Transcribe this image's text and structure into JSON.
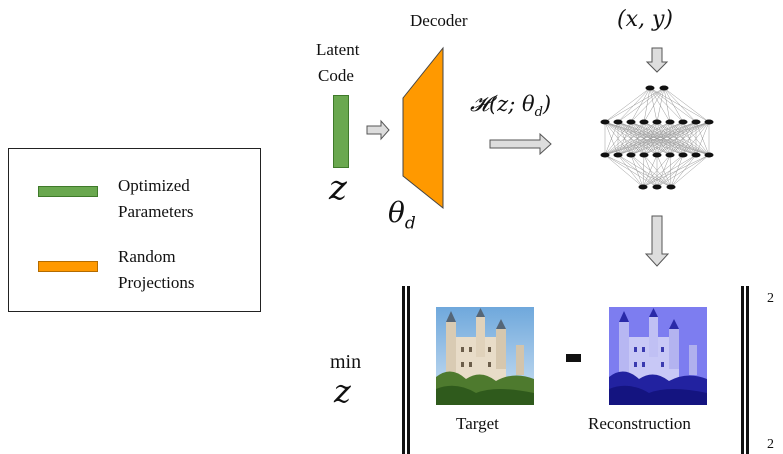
{
  "legend": {
    "items": [
      {
        "label_line1": "Optimized",
        "label_line2": "Parameters",
        "color": "#6aa84f"
      },
      {
        "label_line1": "Random",
        "label_line2": "Projections",
        "color": "#ff9900"
      }
    ]
  },
  "latent": {
    "label_line1": "Latent",
    "label_line2": "Code",
    "symbol": "z",
    "color": "#6aa84f"
  },
  "decoder": {
    "label": "Decoder",
    "symbol": "θ",
    "subscript": "d",
    "color": "#ff9900"
  },
  "hyper": {
    "text": "𝓗(z; θ",
    "subscript": "d",
    "close": ")"
  },
  "coords": {
    "text": "(x, y)"
  },
  "objective": {
    "min_label": "min",
    "min_var": "z",
    "target_label": "Target",
    "recon_label": "Reconstruction",
    "minus": "-",
    "superscript": "2",
    "subscript": "2"
  }
}
